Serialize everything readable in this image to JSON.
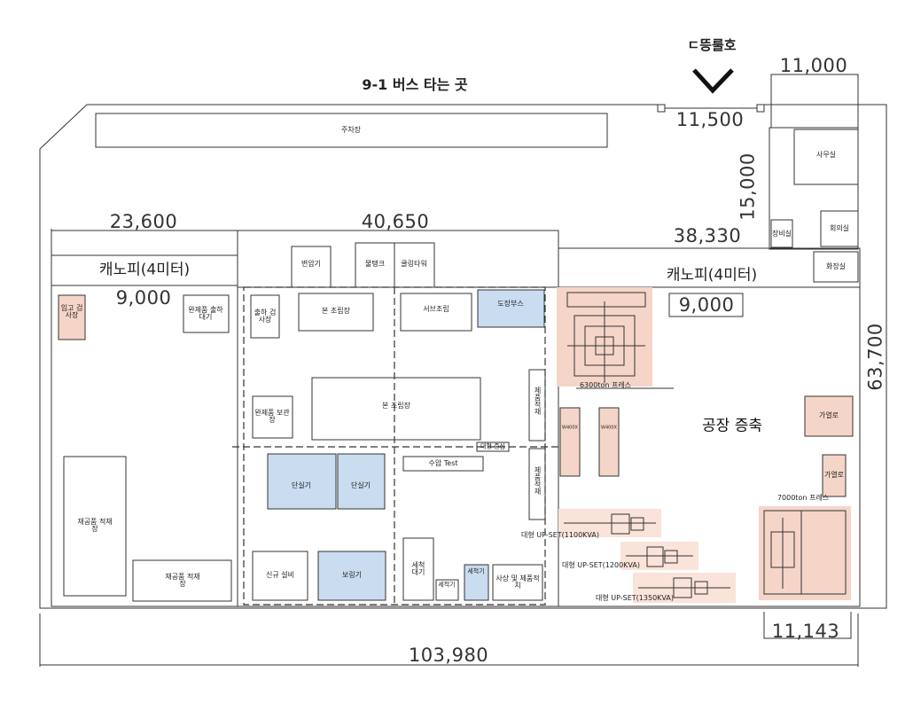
{
  "header": {
    "bus_stop": "9-1 버스 타는 곳",
    "road_label": "ㄷ뜽룰호"
  },
  "dimensions": {
    "top_right_width": "11,000",
    "gate_width": "11,500",
    "office_height": "15,000",
    "left_building_width": "23,600",
    "middle_building_width": "40,650",
    "expansion_width": "38,330",
    "canopy_left_depth": "9,000",
    "canopy_right_depth": "9,000",
    "site_height": "63,700",
    "press_width": "11,143",
    "site_width": "103,980"
  },
  "areas": {
    "parking": "주차장",
    "office": "사무실",
    "equipment_room": "장비실",
    "meeting_room": "회의실",
    "restroom": "화장실",
    "canopy_left": "캐노피(4미터)",
    "canopy_right": "캐노피(4미터)",
    "incoming_inspection": "입고 검사장",
    "finished_waiting": "완제품 출하대기",
    "rework_storage_1": "재공품 적재장",
    "rework_storage_2": "재공품 적재장",
    "transformer": "변압기",
    "water_tank": "물탱크",
    "cooling_tower": "쿨링타워",
    "shipping_inspection": "출하 검사장",
    "main_assembly_1": "본 조립장",
    "sub_assembly": "서브조립",
    "paint_booth": "도장부스",
    "finished_storage": "완제품 보관장",
    "main_assembly_2": "본 조립장",
    "product_load_1": "제품적재",
    "product_load_2": "제품적재",
    "wash_label": "세척 대기",
    "test_label": "수압 Test",
    "machine_1": "단실기",
    "machine_2": "단실기",
    "new_equipment": "신규 설비",
    "plating": "보링기",
    "wash_wait": "세척 대기",
    "washer_small": "세척기",
    "washer": "세척기",
    "paint_finish": "사상 및 제품적치",
    "factory_expansion": "공장 증축",
    "press_6300": "6300ton 프레스",
    "press_7000": "7000ton 프레스",
    "furnace_1": "가열로",
    "furnace_2": "가열로",
    "upset_1100": "대형 UP-SET(1100KVA)",
    "upset_1200": "대형 UP-SET(1200KVA)",
    "upset_1350": "대형 UP-SET(1350KVA)",
    "small_tag_1": "W400X",
    "small_tag_2": "W400X",
    "upset_small": "대형 중심"
  },
  "colors": {
    "line": "#333333",
    "blue_fill": "#c9dcf0",
    "pink_fill": "#f5d5c8",
    "pink_light": "#fae3d9"
  }
}
